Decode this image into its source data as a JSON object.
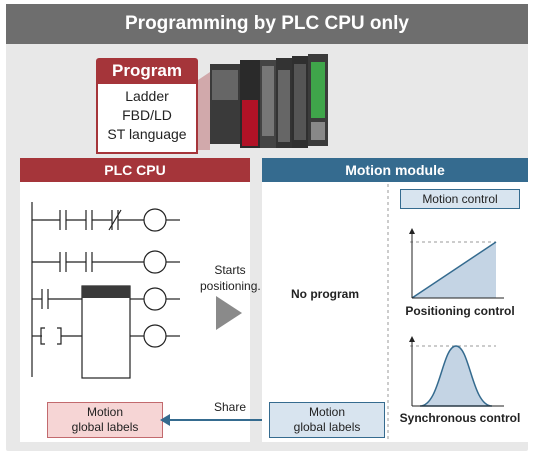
{
  "title": "Programming by PLC CPU only",
  "program": {
    "header": "Program",
    "languages": [
      "Ladder",
      "FBD/LD",
      "ST language"
    ]
  },
  "plc_cpu": {
    "header": "PLC CPU",
    "global_labels": [
      "Motion",
      "global labels"
    ]
  },
  "arrow_top": [
    "Starts",
    "positioning."
  ],
  "arrow_bottom": "Share",
  "motion_module": {
    "header": "Motion module",
    "body": "No program",
    "motion_control": "Motion control",
    "positioning_control": "Positioning control",
    "synchronous_control": "Synchronous control",
    "global_labels": [
      "Motion",
      "global labels"
    ]
  },
  "colors": {
    "plc_red": "#a5353a",
    "motion_blue": "#356b8f",
    "label_pink": "#f6d5d5",
    "label_blue": "#d8e4ef"
  }
}
